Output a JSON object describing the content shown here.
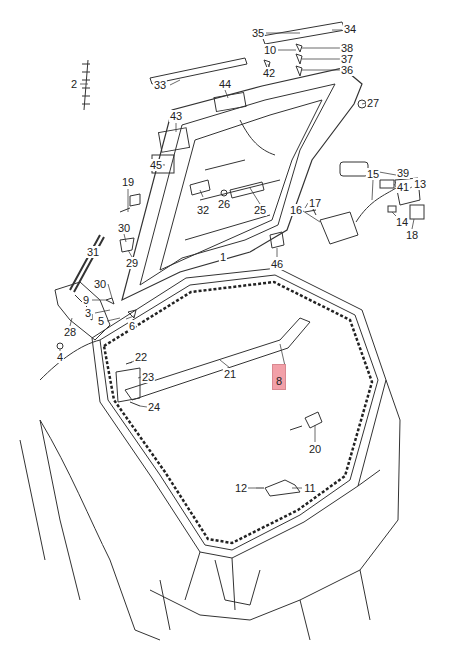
{
  "diagram": {
    "nodes": [
      {
        "text": [
          "8"
        ]
      }
    ],
    "labels": [
      "35",
      "34",
      "38",
      "10",
      "37",
      "42",
      "36",
      "2",
      "33",
      "44",
      "43",
      "27",
      "45",
      "19",
      "39",
      "41",
      "15",
      "13",
      "26",
      "25",
      "32",
      "17",
      "16",
      "14",
      "18",
      "30",
      "31",
      "29",
      "46",
      "1",
      "30",
      "9",
      "3",
      "28",
      "6",
      "5",
      "4",
      "22",
      "21",
      "23",
      "24",
      "20",
      "12",
      "11"
    ]
  }
}
